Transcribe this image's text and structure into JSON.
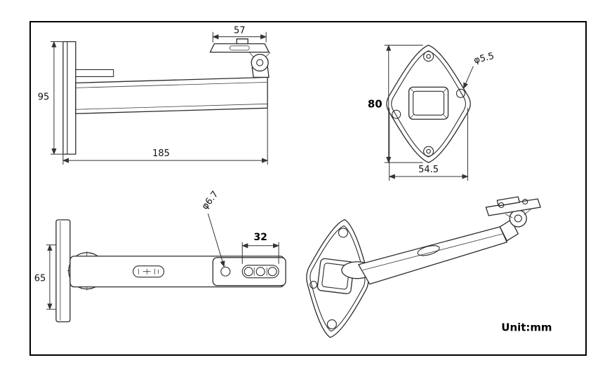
{
  "frame": {
    "border_color": "#000000",
    "background": "#ffffff"
  },
  "unit_label": "Unit:mm",
  "views": {
    "side_view": {
      "dims": {
        "head_width": "57",
        "plate_height": "95",
        "arm_length": "185"
      }
    },
    "back_plate_view": {
      "dims": {
        "plate_height": "80",
        "hole_diameter": "φ5.5",
        "hole_spacing": "54.5"
      }
    },
    "top_view": {
      "dims": {
        "hole_diameter": "φ6.7",
        "slot_length": "32",
        "plate_height": "65"
      }
    }
  }
}
